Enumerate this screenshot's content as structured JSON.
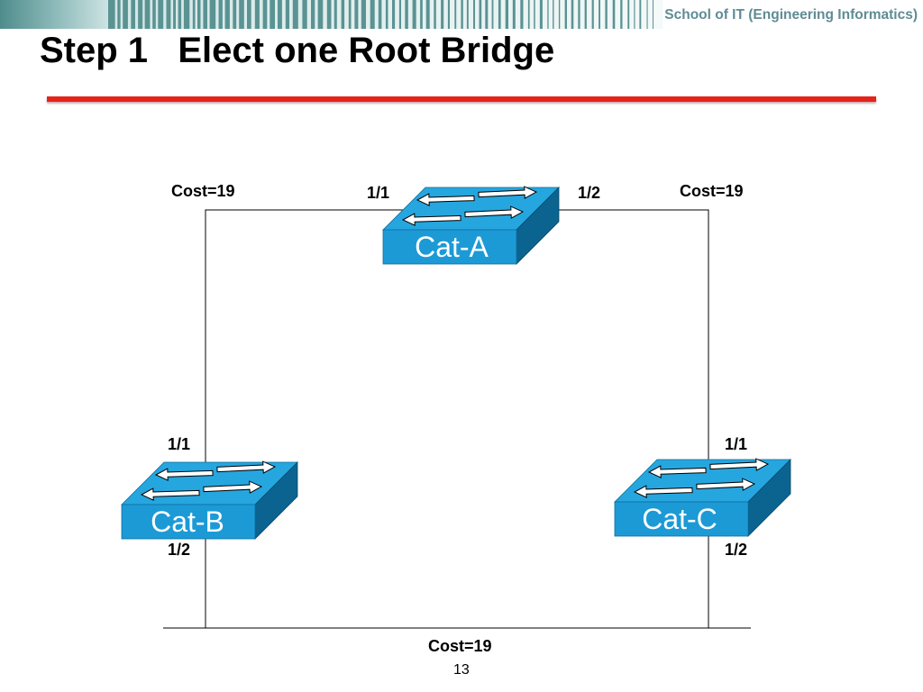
{
  "header": {
    "school_name": "School of IT (Engineering Informatics)"
  },
  "slide": {
    "title": "Step 1   Elect one Root Bridge",
    "page_number": "13"
  },
  "colors": {
    "header_teal": "#5b9393",
    "header_text": "#5f8c94",
    "title_underline": "#e5231b",
    "switch_front": "#1c9ad6",
    "switch_top": "#26a6df",
    "switch_side": "#0b6390",
    "link_line": "#000000"
  },
  "diagram": {
    "switches": {
      "cat_a": {
        "label": "Cat-A",
        "icon": "switch-icon",
        "ports": {
          "left": "1/1",
          "right": "1/2"
        }
      },
      "cat_b": {
        "label": "Cat-B",
        "icon": "switch-icon",
        "ports": {
          "up": "1/1",
          "down": "1/2"
        }
      },
      "cat_c": {
        "label": "Cat-C",
        "icon": "switch-icon",
        "ports": {
          "up": "1/1",
          "down": "1/2"
        }
      }
    },
    "links": {
      "cat_a_cat_b": {
        "cost": "Cost=19"
      },
      "cat_a_cat_c": {
        "cost": "Cost=19"
      },
      "cat_b_cat_c": {
        "cost": "Cost=19"
      }
    }
  }
}
